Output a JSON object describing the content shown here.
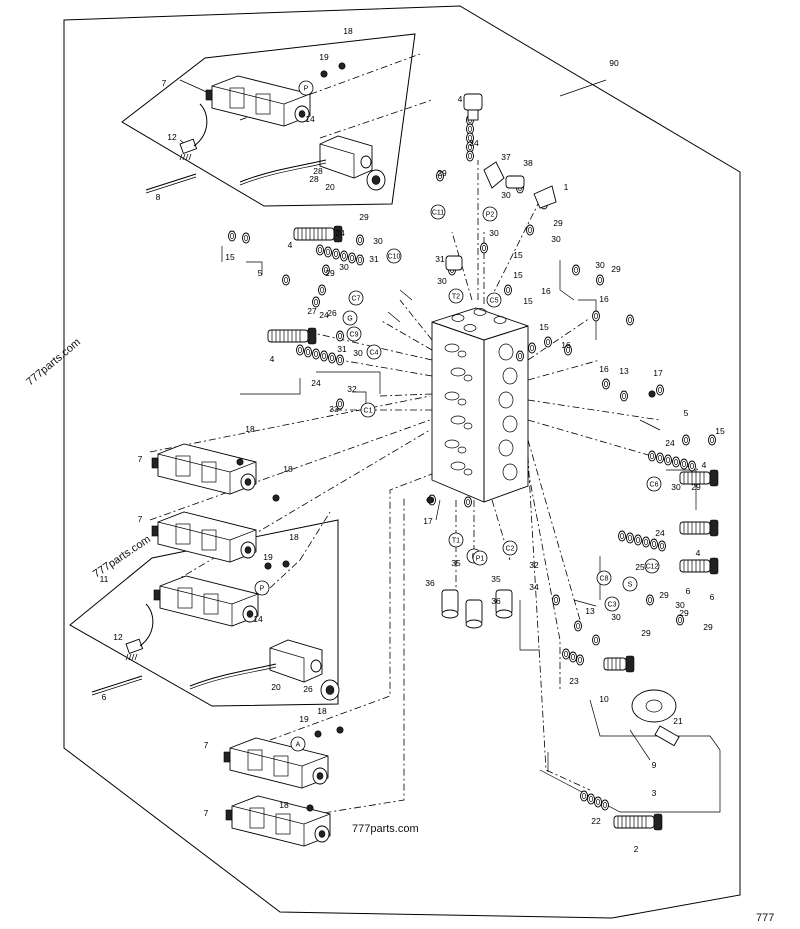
{
  "diagram": {
    "title": "",
    "watermarks": [
      "777parts.com",
      "777parts.com",
      "777parts.com",
      "777"
    ],
    "part_numbers": [
      "1",
      "2",
      "3",
      "4",
      "5",
      "6",
      "7",
      "8",
      "9",
      "10",
      "11",
      "12",
      "13",
      "14",
      "15",
      "16",
      "17",
      "18",
      "19",
      "20",
      "21",
      "22",
      "23",
      "24",
      "25",
      "26",
      "27",
      "28",
      "29",
      "30",
      "31",
      "32",
      "33",
      "34",
      "35",
      "36",
      "37",
      "38",
      "90"
    ],
    "port_labels": [
      "P",
      "P",
      "P",
      "A",
      "T1",
      "T2",
      "P1",
      "P2",
      "C1",
      "C2",
      "C3",
      "C4",
      "C5",
      "C6",
      "C7",
      "C8",
      "C9",
      "C10",
      "C11",
      "C12",
      "G",
      "S"
    ]
  }
}
